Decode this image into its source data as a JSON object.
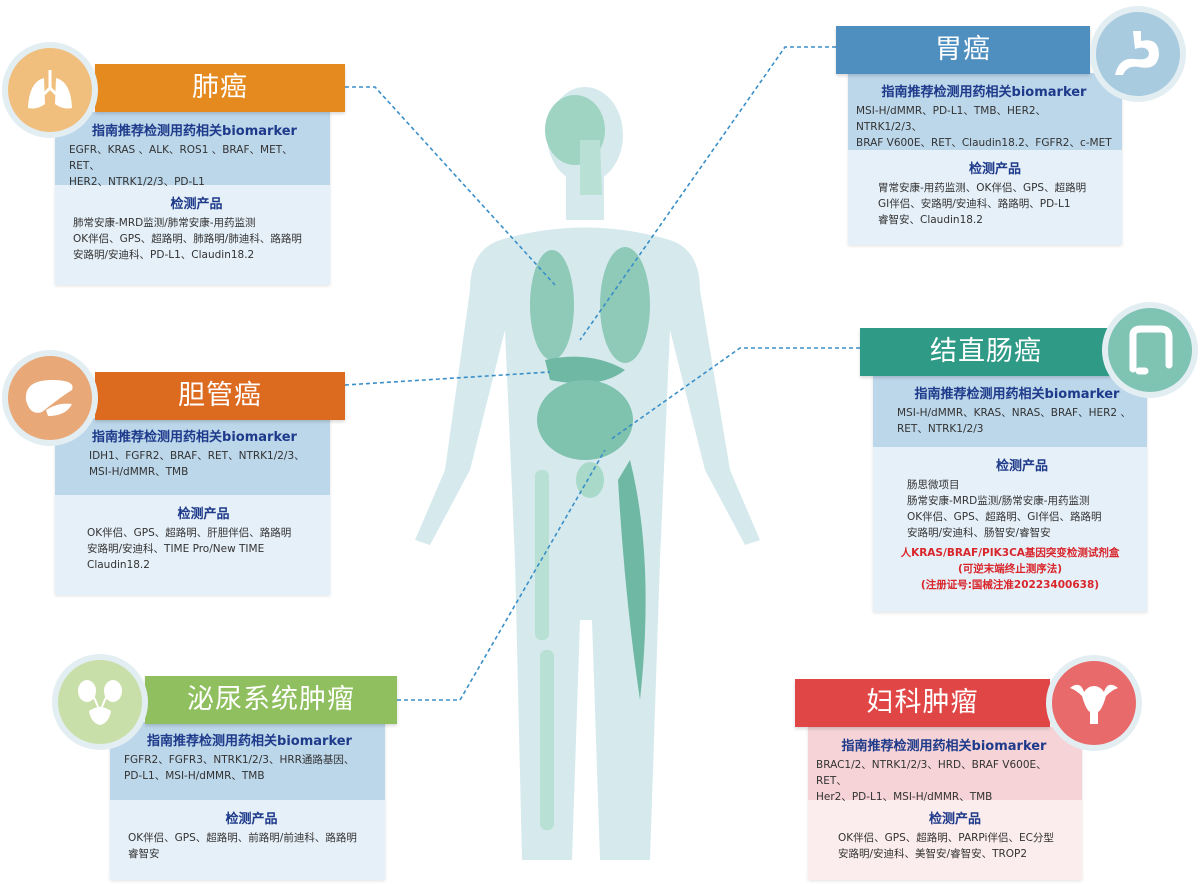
{
  "section_labels": {
    "biomarker": "指南推荐检测用药相关biomarker",
    "products": "检测产品"
  },
  "colors": {
    "lung": "#e58a1f",
    "bile": "#dc6a1f",
    "urinary": "#8fbf5f",
    "stomach": "#4e8fc0",
    "colorectal": "#2f9a86",
    "gyn": "#e04646",
    "line": "#3a8fc8"
  },
  "lung": {
    "title": "肺癌",
    "biomarkers": [
      "EGFR、KRAS 、ALK、ROS1 、BRAF、MET、RET、",
      "HER2、NTRK1/2/3、PD-L1"
    ],
    "products": [
      "肺常安康-MRD监测/肺常安康-用药监测",
      "OK伴侣、GPS、超路明、肺路明/肺迪科、路路明",
      "安路明/安迪科、PD-L1、Claudin18.2"
    ]
  },
  "bile": {
    "title": "胆管癌",
    "biomarkers": [
      "IDH1、FGFR2、BRAF、RET、NTRK1/2/3、",
      "MSI-H/dMMR、TMB"
    ],
    "products": [
      "OK伴侣、GPS、超路明、肝胆伴侣、路路明",
      "安路明/安迪科、TIME Pro/New TIME",
      "Claudin18.2"
    ]
  },
  "urinary": {
    "title": "泌尿系统肿瘤",
    "biomarkers": [
      "FGFR2、FGFR3、NTRK1/2/3、HRR通路基因、",
      "PD-L1、MSI-H/dMMR、TMB"
    ],
    "products": [
      "OK伴侣、GPS、超路明、前路明/前迪科、路路明",
      "睿智安"
    ]
  },
  "stomach": {
    "title": "胃癌",
    "biomarkers": [
      "MSI-H/dMMR、PD-L1、TMB、HER2、NTRK1/2/3、",
      "BRAF V600E、RET、Claudin18.2、FGFR2、c-MET"
    ],
    "products": [
      "胃常安康-用药监测、OK伴侣、GPS、超路明",
      "GI伴侣、安路明/安迪科、路路明、PD-L1",
      "睿智安、Claudin18.2"
    ]
  },
  "colorectal": {
    "title": "结直肠癌",
    "biomarkers": [
      "MSI-H/dMMR、KRAS、NRAS、BRAF、HER2 、",
      "RET、NTRK1/2/3"
    ],
    "products": [
      "肠思微项目",
      "肠常安康-MRD监测/肠常安康-用药监测",
      "OK伴侣、GPS、超路明、GI伴侣、路路明",
      "安路明/安迪科、肠智安/睿智安"
    ],
    "kit": [
      "人KRAS/BRAF/PIK3CA基因突变检测试剂盒",
      "(可逆末端终止测序法)",
      "(注册证号:国械注准20223400638)"
    ]
  },
  "gyn": {
    "title": "妇科肿瘤",
    "biomarkers": [
      "BRAC1/2、NTRK1/2/3、HRD、BRAF V600E、RET、",
      "Her2、PD-L1、MSI-H/dMMR、TMB"
    ],
    "products": [
      "OK伴侣、GPS、超路明、PARPi伴侣、EC分型",
      "安路明/安迪科、美智安/睿智安、TROP2"
    ]
  }
}
